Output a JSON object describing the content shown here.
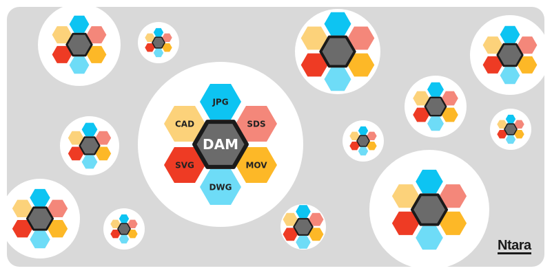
{
  "center_label": "DAM",
  "formats": [
    {
      "label": "JPG",
      "color": "#0dc4f2"
    },
    {
      "label": "SDS",
      "color": "#f4877a"
    },
    {
      "label": "MOV",
      "color": "#fdb827"
    },
    {
      "label": "DWG",
      "color": "#6edcf7"
    },
    {
      "label": "SVG",
      "color": "#ee3b24"
    },
    {
      "label": "CAD",
      "color": "#fcd27a"
    }
  ],
  "colors": {
    "background_panel": "#d9d9d9",
    "circle": "#ffffff",
    "center_fill": "#6b6b6b",
    "center_stroke": "#1a1a1a"
  },
  "brand": {
    "logo_text": "Ntara"
  }
}
